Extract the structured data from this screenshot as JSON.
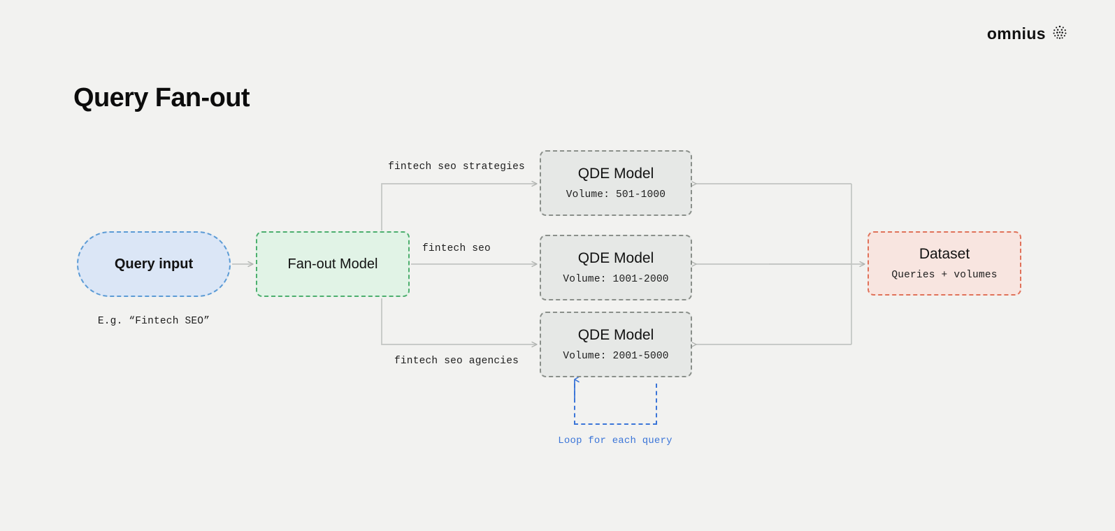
{
  "brand": {
    "wordmark": "omnius",
    "mark_icon": "dotted-sphere-icon"
  },
  "page": {
    "title": "Query Fan-out"
  },
  "diagram": {
    "type": "flowchart",
    "nodes": [
      {
        "id": "query-input",
        "title": "Query input",
        "subtitle": "",
        "caption": "E.g. “Fintech SEO”",
        "shape": "pill",
        "border_color": "#5b9bd5",
        "fill_color": "#dbe6f6"
      },
      {
        "id": "fan-out-model",
        "title": "Fan-out Model",
        "subtitle": "",
        "shape": "rounded-rect",
        "border_color": "#4caf6e",
        "fill_color": "#e1f3e6"
      },
      {
        "id": "qde-model-1",
        "title": "QDE Model",
        "subtitle": "Volume: 501-1000",
        "shape": "rounded-rect",
        "border_color": "#8a8f8a",
        "fill_color": "#e6e8e6"
      },
      {
        "id": "qde-model-2",
        "title": "QDE Model",
        "subtitle": "Volume: 1001-2000",
        "shape": "rounded-rect",
        "border_color": "#8a8f8a",
        "fill_color": "#e6e8e6"
      },
      {
        "id": "qde-model-3",
        "title": "QDE Model",
        "subtitle": "Volume: 2001-5000",
        "shape": "rounded-rect",
        "border_color": "#8a8f8a",
        "fill_color": "#e6e8e6"
      },
      {
        "id": "dataset",
        "title": "Dataset",
        "subtitle": "Queries + volumes",
        "shape": "rounded-rect",
        "border_color": "#e0725a",
        "fill_color": "#f8e5e0"
      }
    ],
    "edge_labels": [
      "fintech seo strategies",
      "fintech seo",
      "fintech seo agencies"
    ],
    "loop": {
      "label": "Loop for each query",
      "color": "#3b75d8"
    },
    "edge_color": "#b8bab8",
    "background_color": "#f2f2f0"
  }
}
